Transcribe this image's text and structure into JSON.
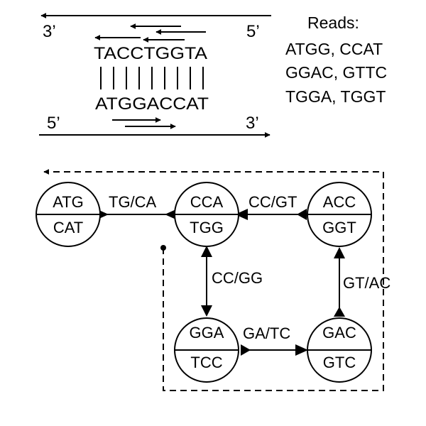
{
  "dna": {
    "top_5": "5’",
    "top_3": "3’",
    "bottom_5": "5’",
    "bottom_3": "3’",
    "top_strand": "TACCTGGTA",
    "bottom_strand": "ATGGACCAT"
  },
  "reads": {
    "heading": "Reads:",
    "lines": [
      "ATGG, CCAT",
      "GGAC, GTTC",
      "TGGA, TGGT"
    ]
  },
  "graph": {
    "nodes": [
      {
        "id": "n1",
        "top": "ATG",
        "bottom": "CAT"
      },
      {
        "id": "n2",
        "top": "CCA",
        "bottom": "TGG"
      },
      {
        "id": "n3",
        "top": "ACC",
        "bottom": "GGT"
      },
      {
        "id": "n4",
        "top": "GGA",
        "bottom": "TCC"
      },
      {
        "id": "n5",
        "top": "GAC",
        "bottom": "GTC"
      }
    ],
    "edges": [
      {
        "id": "e1",
        "label": "TG/CA"
      },
      {
        "id": "e2",
        "label": "CC/GT"
      },
      {
        "id": "e3",
        "label": "CC/GG"
      },
      {
        "id": "e4",
        "label": "GA/TC"
      },
      {
        "id": "e5",
        "label": "GT/AC"
      }
    ]
  }
}
